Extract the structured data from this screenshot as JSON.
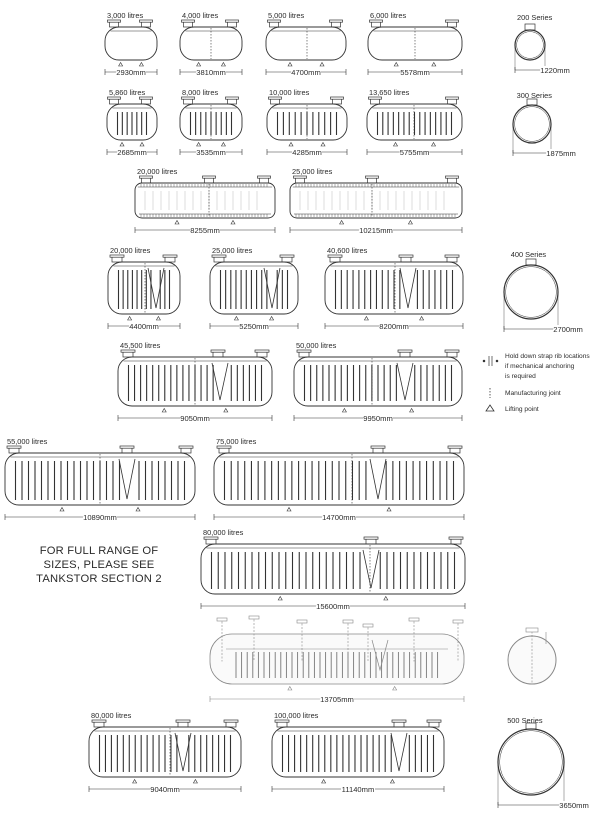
{
  "tanks": [
    {
      "id": "t3000",
      "label": "3,000 litres",
      "dim": "2930mm"
    },
    {
      "id": "t4000",
      "label": "4,000 litres",
      "dim": "3810mm"
    },
    {
      "id": "t5000",
      "label": "5,000 litres",
      "dim": "4700mm"
    },
    {
      "id": "t6000",
      "label": "6,000 litres",
      "dim": "5578mm"
    },
    {
      "id": "t5860",
      "label": "5,860 litres",
      "dim": "2685mm"
    },
    {
      "id": "t8000",
      "label": "8,000 litres",
      "dim": "3535mm"
    },
    {
      "id": "t10000",
      "label": "10,000 litres",
      "dim": "4285mm"
    },
    {
      "id": "t13650",
      "label": "13,650 litres",
      "dim": "5755mm"
    },
    {
      "id": "t20000a",
      "label": "20,000 litres",
      "dim": "8255mm"
    },
    {
      "id": "t25000a",
      "label": "25,000 litres",
      "dim": "10215mm"
    },
    {
      "id": "t20000b",
      "label": "20,000 litres",
      "dim": "4400mm"
    },
    {
      "id": "t25000b",
      "label": "25,000 litres",
      "dim": "5250mm"
    },
    {
      "id": "t40600",
      "label": "40,600 litres",
      "dim": "8200mm"
    },
    {
      "id": "t45500",
      "label": "45,500 litres",
      "dim": "9050mm"
    },
    {
      "id": "t50000",
      "label": "50,000 litres",
      "dim": "9950mm"
    },
    {
      "id": "t55000",
      "label": "55,000 litres",
      "dim": "10890mm"
    },
    {
      "id": "t75000",
      "label": "75,000 litres",
      "dim": "14700mm"
    },
    {
      "id": "t80000a",
      "label": "80,000 litres",
      "dim": "15600mm"
    },
    {
      "id": "t80000b",
      "label": "80,000 litres",
      "dim": "9040mm"
    },
    {
      "id": "t100000",
      "label": "100,000 litres",
      "dim": "11140mm"
    }
  ],
  "series": [
    {
      "id": "s200",
      "label": "200 Series",
      "dim": "1220mm"
    },
    {
      "id": "s300",
      "label": "300 Series",
      "dim": "1875mm"
    },
    {
      "id": "s400",
      "label": "400 Series",
      "dim": "2700mm"
    },
    {
      "id": "s500",
      "label": "500 Series",
      "dim": "3650mm"
    }
  ],
  "special_tank": {
    "dim": "13705mm"
  },
  "legend": {
    "hold_down": [
      "Hold down strap rib locations",
      "if mechanical anchoring",
      "is required"
    ],
    "manufacturing_joint": "Manufacturing joint",
    "lifting_point": "Lifting point"
  },
  "note": [
    "FOR FULL RANGE OF",
    "SIZES, PLEASE SEE",
    "TANKSTOR SECTION 2"
  ]
}
